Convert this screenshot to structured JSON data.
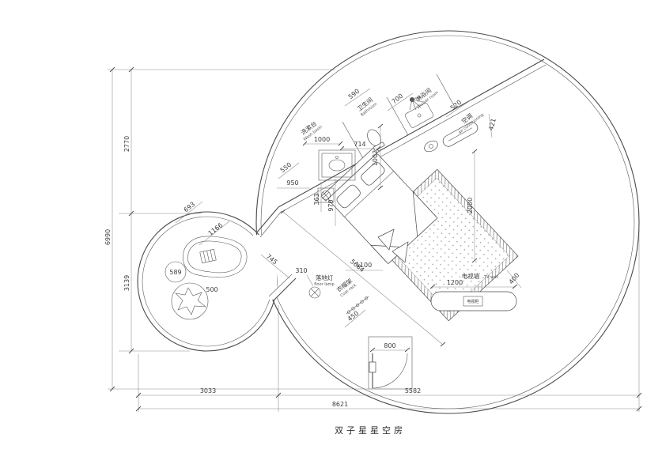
{
  "title": "双子星星空房",
  "labels": {
    "washbasin": {
      "zh": "洗漱台",
      "en": "Wash basin"
    },
    "bathroom": {
      "zh": "卫生间",
      "en": "Bathroom"
    },
    "shower_room": {
      "zh": "淋浴间",
      "en": "Shower room"
    },
    "air_conditioning": {
      "zh": "空调",
      "en": "air conditioning"
    },
    "floor_lamp": {
      "zh": "落地灯",
      "en": "floor lamp"
    },
    "coat_rack": {
      "zh": "衣帽架",
      "en": "Coat rack"
    },
    "tv_wall": {
      "zh": "电视墙",
      "en": "TV wall"
    },
    "tv_cabinet": "电视柜"
  },
  "dims": {
    "d6990": "6990",
    "d2770": "2770",
    "d3139": "3139",
    "d3033": "3033",
    "d5582": "5582",
    "d8621": "8621",
    "d590": "590",
    "d700": "700",
    "d520": "520",
    "d421": "421",
    "d1000": "1000",
    "d714": "714",
    "d1002": "1002",
    "d550": "550",
    "d950": "950",
    "d363": "363",
    "d970": "970",
    "d2000": "2000",
    "d1100": "1100",
    "d5684": "5684",
    "d745": "745",
    "d1166": "1166",
    "d693": "693",
    "d589": "589",
    "d500": "500",
    "d310": "310",
    "d450": "450",
    "d400": "400",
    "d1200": "1200",
    "d800": "800"
  },
  "colors": {
    "wall_line": "#4a4a4a",
    "dim_line": "#8a8a8a",
    "text": "#3c3c3c",
    "background": "#ffffff"
  }
}
